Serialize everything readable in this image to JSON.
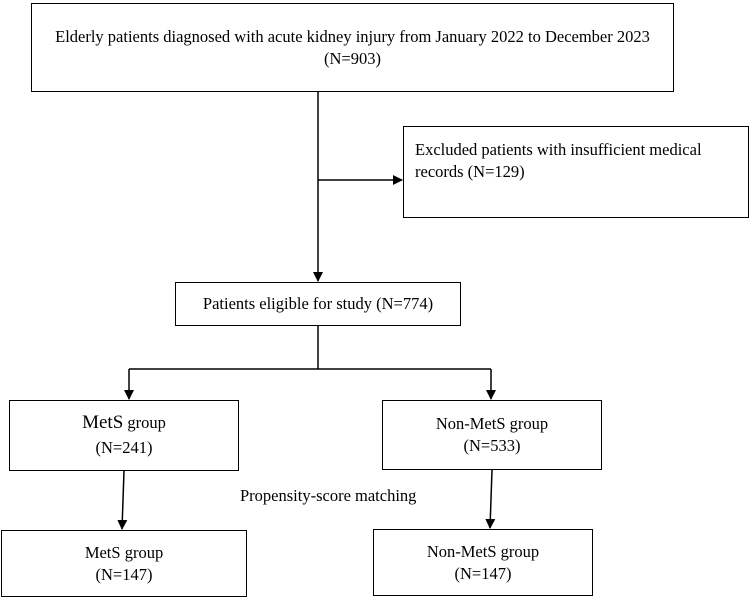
{
  "diagram": {
    "top_box": {
      "line1": "Elderly patients diagnosed with acute kidney injury from January 2022 to December 2023",
      "line2": "(N=903)"
    },
    "excluded_box": {
      "line1": "Excluded patients with insufficient medical",
      "line2": "records (N=129)"
    },
    "eligible_box": {
      "text": "Patients eligible for study (N=774)"
    },
    "mets_box": {
      "label": "MetS",
      "suffix": " group",
      "count": "(N=241)"
    },
    "nonmets_box": {
      "label": "Non-MetS group",
      "count": "(N=533)"
    },
    "matching_label": "Propensity-score matching",
    "mets_matched_box": {
      "label": "MetS group",
      "count": "(N=147)"
    },
    "nonmets_matched_box": {
      "label": "Non-MetS group",
      "count": "(N=147)"
    }
  }
}
